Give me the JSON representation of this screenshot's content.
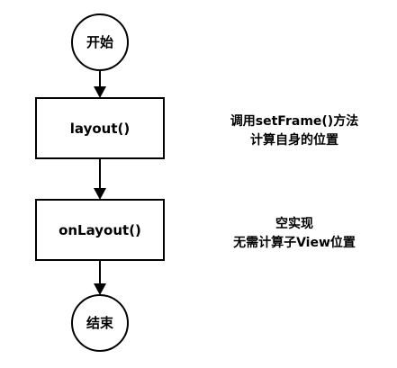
{
  "diagram": {
    "nodes": [
      {
        "id": "start",
        "shape": "circle",
        "label": "开始"
      },
      {
        "id": "layout",
        "shape": "rect",
        "label": "layout()"
      },
      {
        "id": "onlayout",
        "shape": "rect",
        "label": "onLayout()"
      },
      {
        "id": "end",
        "shape": "circle",
        "label": "结束"
      }
    ],
    "edges": [
      {
        "from": "start",
        "to": "layout"
      },
      {
        "from": "layout",
        "to": "onlayout"
      },
      {
        "from": "onlayout",
        "to": "end"
      }
    ],
    "notes": [
      {
        "for": "layout",
        "lines": [
          "调用setFrame()方法",
          "计算自身的位置"
        ]
      },
      {
        "for": "onlayout",
        "lines": [
          "空实现",
          "无需计算子View位置"
        ]
      }
    ],
    "colors": {
      "stroke": "#000000",
      "fill": "#ffffff",
      "text": "#000000"
    }
  }
}
